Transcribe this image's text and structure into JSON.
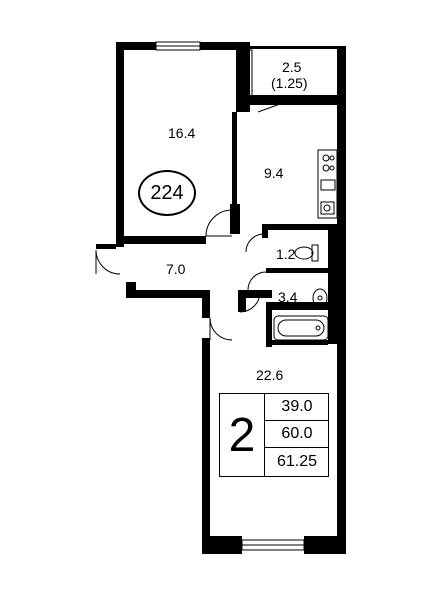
{
  "plan": {
    "apartment_number": "224",
    "rooms": {
      "bedroom": "16.4",
      "kitchen": "9.4",
      "balcony_area": "2.5",
      "balcony_reduced": "(1.25)",
      "hall": "7.0",
      "toilet": "1.2",
      "bathroom": "3.4",
      "living": "22.6"
    },
    "summary": {
      "room_count": "2",
      "living_area": "39.0",
      "total_area": "60.0",
      "total_with_balcony": "61.25"
    }
  },
  "colors": {
    "wall": "#000000",
    "background": "#ffffff"
  }
}
